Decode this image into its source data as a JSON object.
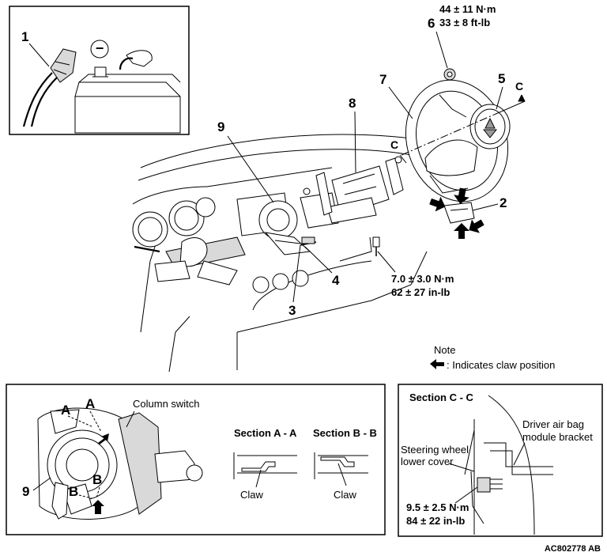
{
  "callouts": {
    "c1": "1",
    "c2": "2",
    "c3": "3",
    "c4": "4",
    "c5": "5",
    "c6": "6",
    "c7": "7",
    "c8": "8",
    "c9": "9",
    "c9b": "9"
  },
  "battery_symbol": "−",
  "torque": {
    "nut_nm": "44 ± 11 N·m",
    "nut_ftlb": "33 ± 8 ft-lb",
    "screw_nm": "7.0 ± 3.0 N·m",
    "screw_inlb": "62 ± 27 in-lb",
    "bracket_nm": "9.5 ± 2.5 N·m",
    "bracket_inlb": "84 ± 22 in-lb"
  },
  "section_marks": {
    "c_upper": "C",
    "c_lower": "C"
  },
  "note": {
    "title": "Note",
    "text": ": Indicates claw position",
    "arrow_icon": "left-arrow-icon"
  },
  "column_switch_panel": {
    "column_switch_label": "Column switch",
    "a1": "A",
    "a2": "A",
    "b1": "B",
    "b2": "B",
    "section_aa_title": "Section A - A",
    "section_bb_title": "Section B - B",
    "claw_aa": "Claw",
    "claw_bb": "Claw"
  },
  "section_cc_panel": {
    "title": "Section C - C",
    "steering_cover_line1": "Steering wheel",
    "steering_cover_line2": "lower cover",
    "airbag_bracket_line1": "Driver air bag",
    "airbag_bracket_line2": "module bracket"
  },
  "figure_code": "AC802778 AB"
}
